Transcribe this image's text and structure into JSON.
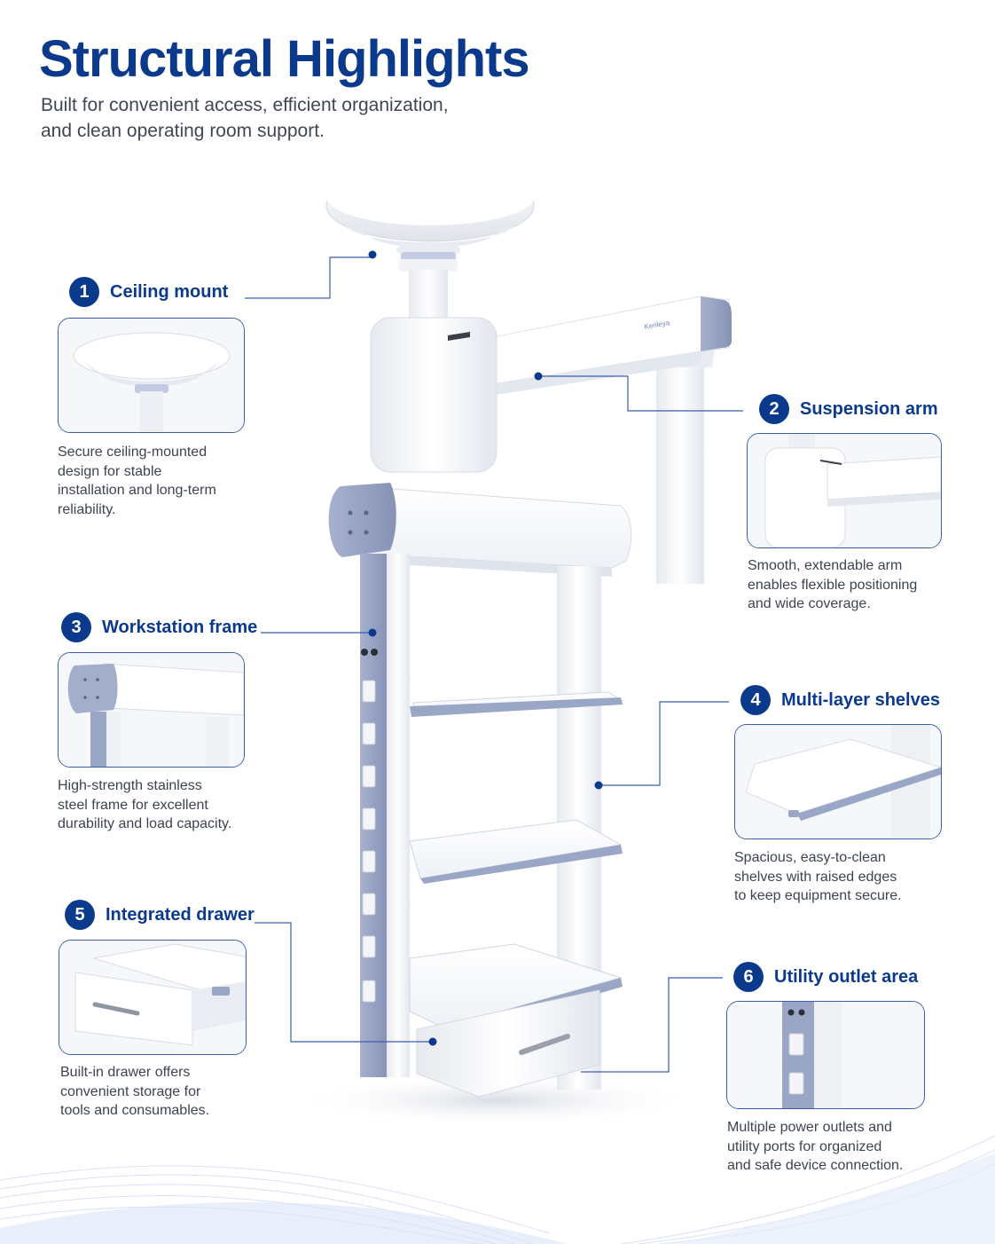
{
  "header": {
    "title": "Structural Highlights",
    "subtitle_lines": [
      "Built for convenient access, efficient organization,",
      "and clean operating room support."
    ]
  },
  "brand_label": "Kenleya",
  "colors": {
    "primary": "#0b3a8c",
    "accent_gray": "#9aa6c6",
    "text": "#3d4350",
    "surface": "#ffffff"
  },
  "features": [
    {
      "number": "1",
      "title": "Ceiling mount",
      "description": [
        "Secure ceiling-mounted",
        "design for stable",
        "installation and long-term",
        "reliability."
      ]
    },
    {
      "number": "2",
      "title": "Suspension arm",
      "description": [
        "Smooth, extendable arm",
        "enables flexible positioning",
        "and wide coverage."
      ]
    },
    {
      "number": "3",
      "title": "Workstation frame",
      "description": [
        "High-strength stainless",
        "steel frame for excellent",
        "durability and load capacity."
      ]
    },
    {
      "number": "4",
      "title": "Multi-layer shelves",
      "description": [
        "Spacious, easy-to-clean",
        "shelves with raised edges",
        "to keep equipment secure."
      ]
    },
    {
      "number": "5",
      "title": "Integrated drawer",
      "description": [
        "Built-in drawer offers",
        "convenient storage for",
        "tools and consumables."
      ]
    },
    {
      "number": "6",
      "title": "Utility outlet area",
      "description": [
        "Multiple power outlets and",
        "utility ports for organized",
        "and safe device connection."
      ]
    }
  ]
}
